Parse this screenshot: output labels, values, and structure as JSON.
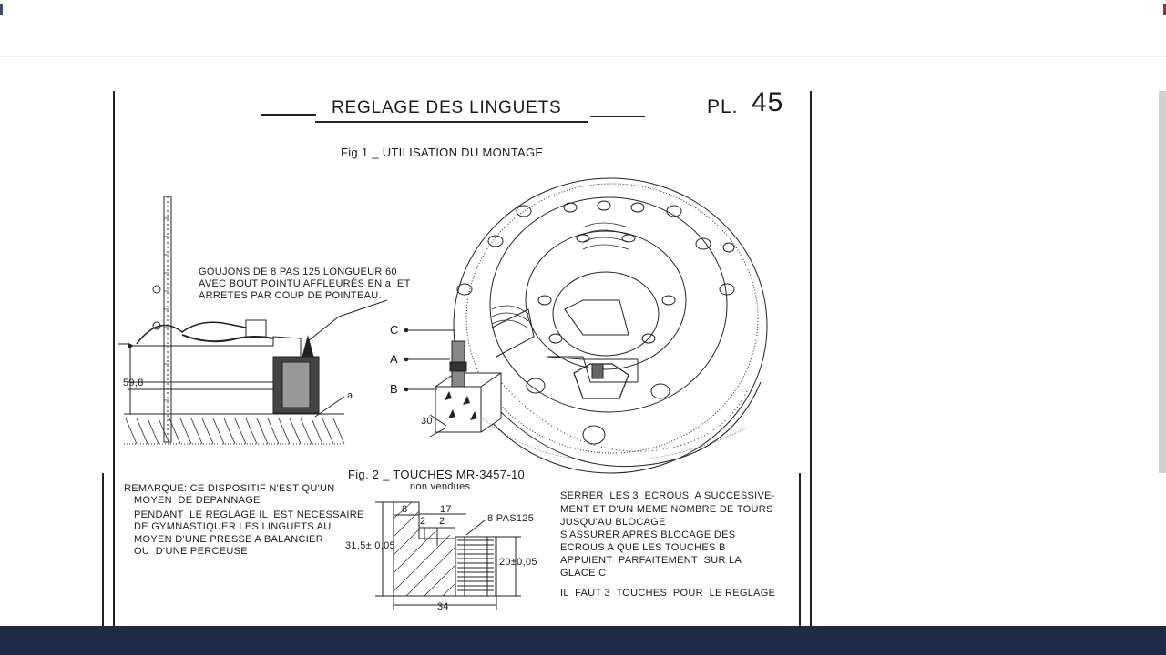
{
  "page": {
    "title": "REGLAGE DES LINGUETS",
    "plate_label": "PL.",
    "plate_number": "45",
    "fig1_caption": "Fig 1 _ UTILISATION DU MONTAGE",
    "fig2_caption": "Fig. 2 _ TOUCHES MR-3457-10",
    "fig2_sub": "non vendues",
    "note_goujons": [
      "GOUJONS DE 8 PAS 125 LONGUEUR 60",
      "AVEC BOUT POINTU AFFLEURÉS EN a  ET",
      "ARRETES PAR COUP DE POINTEAU."
    ],
    "labels": {
      "c": "C",
      "a": "A",
      "b": "B",
      "a_small": "a",
      "dim_598": "59,8",
      "dim_30": "30"
    },
    "remarque": [
      "REMARQUE: CE DISPOSITIF N'EST QU'UN",
      "MOYEN  DE DEPANNAGE",
      "PENDANT  LE REGLAGE IL  EST NECESSAIRE",
      "DE GYMNASTIQUER LES LINGUETS AU",
      "MOYEN D'UNE PRESSE A BALANCIER",
      "OU  D'UNE PERCEUSE"
    ],
    "instructions": [
      "SERRER  LES 3  ECROUS  A SUCCESSIVE-",
      "MENT ET D'UN MEME NOMBRE DE TOURS",
      "JUSQU'AU BLOCAGE",
      "S'ASSURER APRES BLOCAGE DES",
      "ECROUS A QUE LES TOUCHES B",
      "APPUIENT  PARFAITEMENT  SUR LA",
      "GLACE C",
      "IL  FAUT 3  TOUCHES  POUR  LE REGLAGE"
    ],
    "dims": {
      "d8": "8",
      "d17": "17",
      "d2a": "2",
      "d2b": "2",
      "thread": "8 PAS125",
      "height": "31,5± 0,05",
      "h20": "20±0,05",
      "width": "34"
    }
  }
}
